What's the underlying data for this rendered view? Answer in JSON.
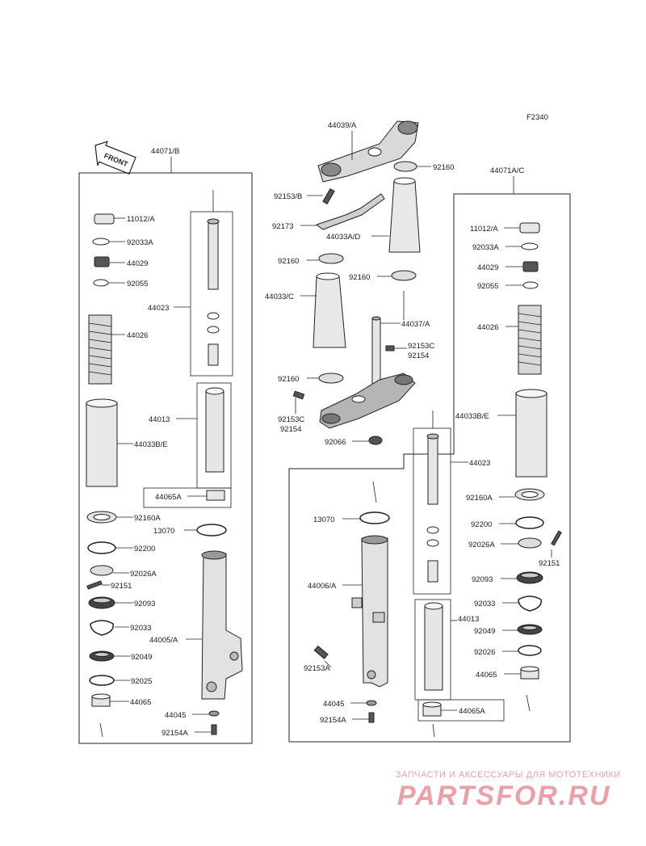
{
  "figure_code": "F2340",
  "front_badge": "FRONT",
  "assemblies": {
    "left": "44071/B",
    "right": "44071A/C"
  },
  "labels": {
    "l_11012a": "11012/A",
    "l_92033a": "92033A",
    "l_44029": "44029",
    "l_92055": "92055",
    "l_44026": "44026",
    "l_44023": "44023",
    "l_44013": "44013",
    "l_44033be": "44033B/E",
    "l_44065a": "44065A",
    "l_92160a": "92160A",
    "l_13070": "13070",
    "l_92200": "92200",
    "l_92026a": "92026A",
    "l_92151": "92151",
    "l_92093": "92093",
    "l_92033": "92033",
    "l_44005a": "44005/A",
    "l_92049": "92049",
    "l_92025": "92025",
    "l_44065": "44065",
    "l_44045": "44045",
    "l_92154a": "92154A",
    "c_44039a": "44039/A",
    "c_92160_top": "92160",
    "c_92153b": "92153/B",
    "c_92173": "92173",
    "c_44033ad": "44033A/D",
    "c_92160_l1": "92160",
    "c_92160_r1": "92160",
    "c_44033c": "44033/C",
    "c_44037a": "44037/A",
    "c_92153c_r": "92153C",
    "c_92154_r": "92154",
    "c_92160_l2": "92160",
    "c_92153c_l": "92153C",
    "c_92154_l": "92154",
    "c_92066": "92066",
    "r_11012a": "11012/A",
    "r_92033a": "92033A",
    "r_44029": "44029",
    "r_92055": "92055",
    "r_44026": "44026",
    "r_44033be": "44033B/E",
    "r_44023": "44023",
    "r_92160a": "92160A",
    "r_13070": "13070",
    "r_92200": "92200",
    "r_92026a": "92026A",
    "r_92151": "92151",
    "r_44006a": "44006/A",
    "r_92093": "92093",
    "r_92033": "92033",
    "r_44013": "44013",
    "r_92049": "92049",
    "r_92153a": "92153A",
    "r_92026": "92026",
    "r_44065": "44065",
    "r_44045": "44045",
    "r_44065a": "44065A",
    "r_92154a": "92154A"
  },
  "watermark": {
    "tagline": "ЗАПЧАСТИ И АКСЕССУАРЫ ДЛЯ МОТОТЕХНИКИ",
    "brand": "PARTSFOR.RU"
  }
}
